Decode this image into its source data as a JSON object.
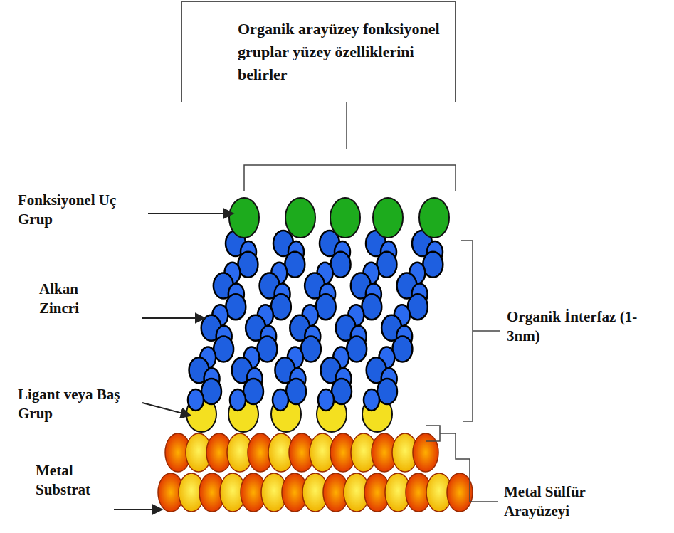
{
  "diagram": {
    "nodes": [
      {
        "text": [
          "Organik arayüzey fonksiyonel gruplar yüzey özelliklerini belirler"
        ]
      }
    ],
    "labels": [
      "Fonksiyonel Uç Grup",
      "Alkan Zincri",
      "Ligant veya Baş Grup",
      "Metal Substrat",
      "Organik İnterfaz (1-3nm)",
      "Metal Sülfür Arayüzeyi"
    ]
  }
}
